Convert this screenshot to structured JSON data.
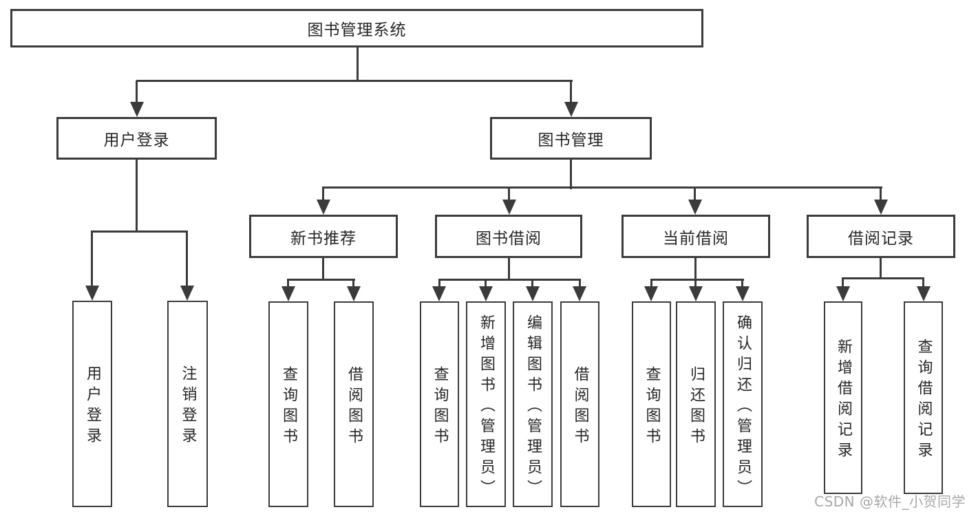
{
  "diagram_title": "图书管理系统",
  "tree": {
    "label": "图书管理系统",
    "children": [
      {
        "label": "用户登录",
        "children": [
          {
            "label": "用户登录"
          },
          {
            "label": "注销登录"
          }
        ]
      },
      {
        "label": "图书管理",
        "children": [
          {
            "label": "新书推荐",
            "children": [
              {
                "label": "查询图书"
              },
              {
                "label": "借阅图书"
              }
            ]
          },
          {
            "label": "图书借阅",
            "children": [
              {
                "label": "查询图书"
              },
              {
                "label": "新增图书（管理员）"
              },
              {
                "label": "编辑图书（管理员）"
              },
              {
                "label": "借阅图书"
              }
            ]
          },
          {
            "label": "当前借阅",
            "children": [
              {
                "label": "查询图书"
              },
              {
                "label": "归还图书"
              },
              {
                "label": "确认归还（管理员）"
              }
            ]
          },
          {
            "label": "借阅记录",
            "children": [
              {
                "label": "新增借阅记录"
              },
              {
                "label": "查询借阅记录"
              }
            ]
          }
        ]
      }
    ]
  },
  "watermark": "CSDN @软件_小贺同学",
  "colors": {
    "line": "#3b3b3b",
    "text": "#262626",
    "watermark": "#a8a8a8",
    "background": "#ffffff"
  }
}
